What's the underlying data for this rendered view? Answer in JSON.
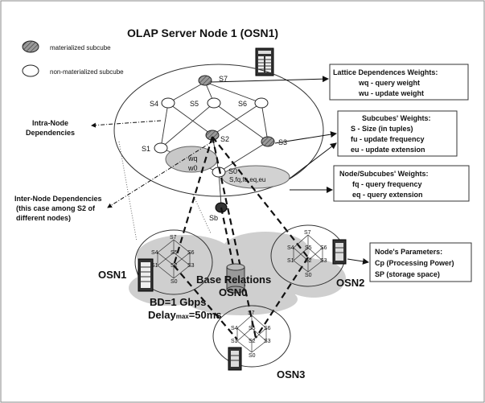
{
  "title": "OLAP Server Node 1 (OSN1)",
  "legend": {
    "materialized": "materialized subcube",
    "non_materialized": "non-materialized subcube"
  },
  "nodes": {
    "s1": "S1",
    "s2": "S2",
    "s3": "S3",
    "s4": "S4",
    "s5": "S5",
    "s6": "S6",
    "s7": "S7",
    "s0": "S0",
    "sb": "Sb"
  },
  "edge_labels": {
    "wq": "wq",
    "w0": "w0",
    "s0_weights": "S,fq,fu,eq,eu"
  },
  "callouts": {
    "intra_node": [
      "Intra-Node",
      "Dependencies"
    ],
    "inter_node": [
      "Inter-Node Dependencies",
      "(this case among S2 of",
      "different nodes)"
    ],
    "lattice": [
      "Lattice Dependences Weights:",
      "wq - query weight",
      "wu - update weight"
    ],
    "subcubes": [
      "Subcubes' Weights:",
      "S - Size (in tuples)",
      "fu - update frequency",
      "eu - update extension"
    ],
    "node_subcubes": [
      "Node/Subcubes' Weights:",
      "fq - query frequency",
      "eq - query extension"
    ],
    "node_params": [
      "Node's Parameters:",
      "Cp (Processing Power)",
      "SP (storage space)"
    ]
  },
  "network": {
    "osn0": "OSN0",
    "osn1": "OSN1",
    "osn2": "OSN2",
    "osn3": "OSN3",
    "base_relations": "Base Relations",
    "bandwidth": "BD=1 Gbps",
    "delay_prefix": "Delay",
    "delay_sub": "max",
    "delay_value": "=50ms"
  },
  "mini_lattice": {
    "s7": "S7",
    "s4": "S4",
    "s5": "S5",
    "s6": "S6",
    "s1": "S1",
    "s2": "S2",
    "s3": "S3",
    "s0": "S0"
  },
  "colors": {
    "materialized_fill": "#8a8a8a",
    "cloud": "#cfcfcf",
    "weight_ellipse": "#c8c8c8"
  }
}
